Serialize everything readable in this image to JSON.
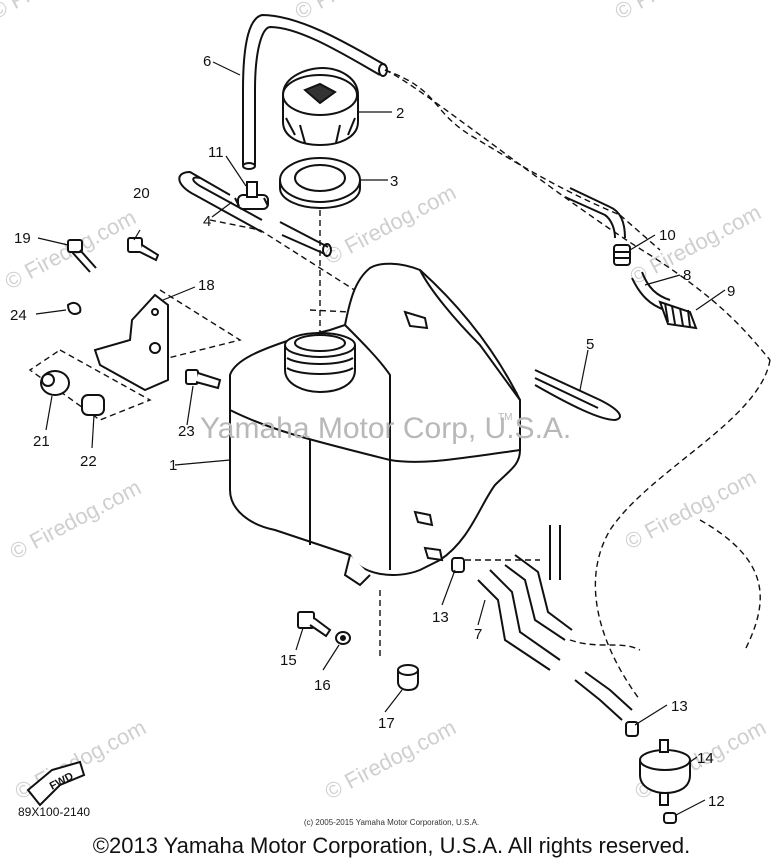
{
  "watermark": {
    "brand": "© Firedog.com",
    "center": "Yamaha Motor Corp, U.S.A.",
    "tm": "TM"
  },
  "diagram": {
    "code": "89X100-2140",
    "fwd_label": "FWD",
    "small_copyright": "(c) 2005-2015 Yamaha Motor Corporation, U.S.A.",
    "callouts": [
      "1",
      "2",
      "3",
      "4",
      "5",
      "6",
      "7",
      "8",
      "9",
      "10",
      "11",
      "12",
      "13",
      "13",
      "14",
      "15",
      "16",
      "17",
      "18",
      "19",
      "20",
      "21",
      "22",
      "23",
      "24"
    ]
  },
  "footer": {
    "copyright": "©2013 Yamaha Motor Corporation, U.S.A. All rights reserved."
  }
}
